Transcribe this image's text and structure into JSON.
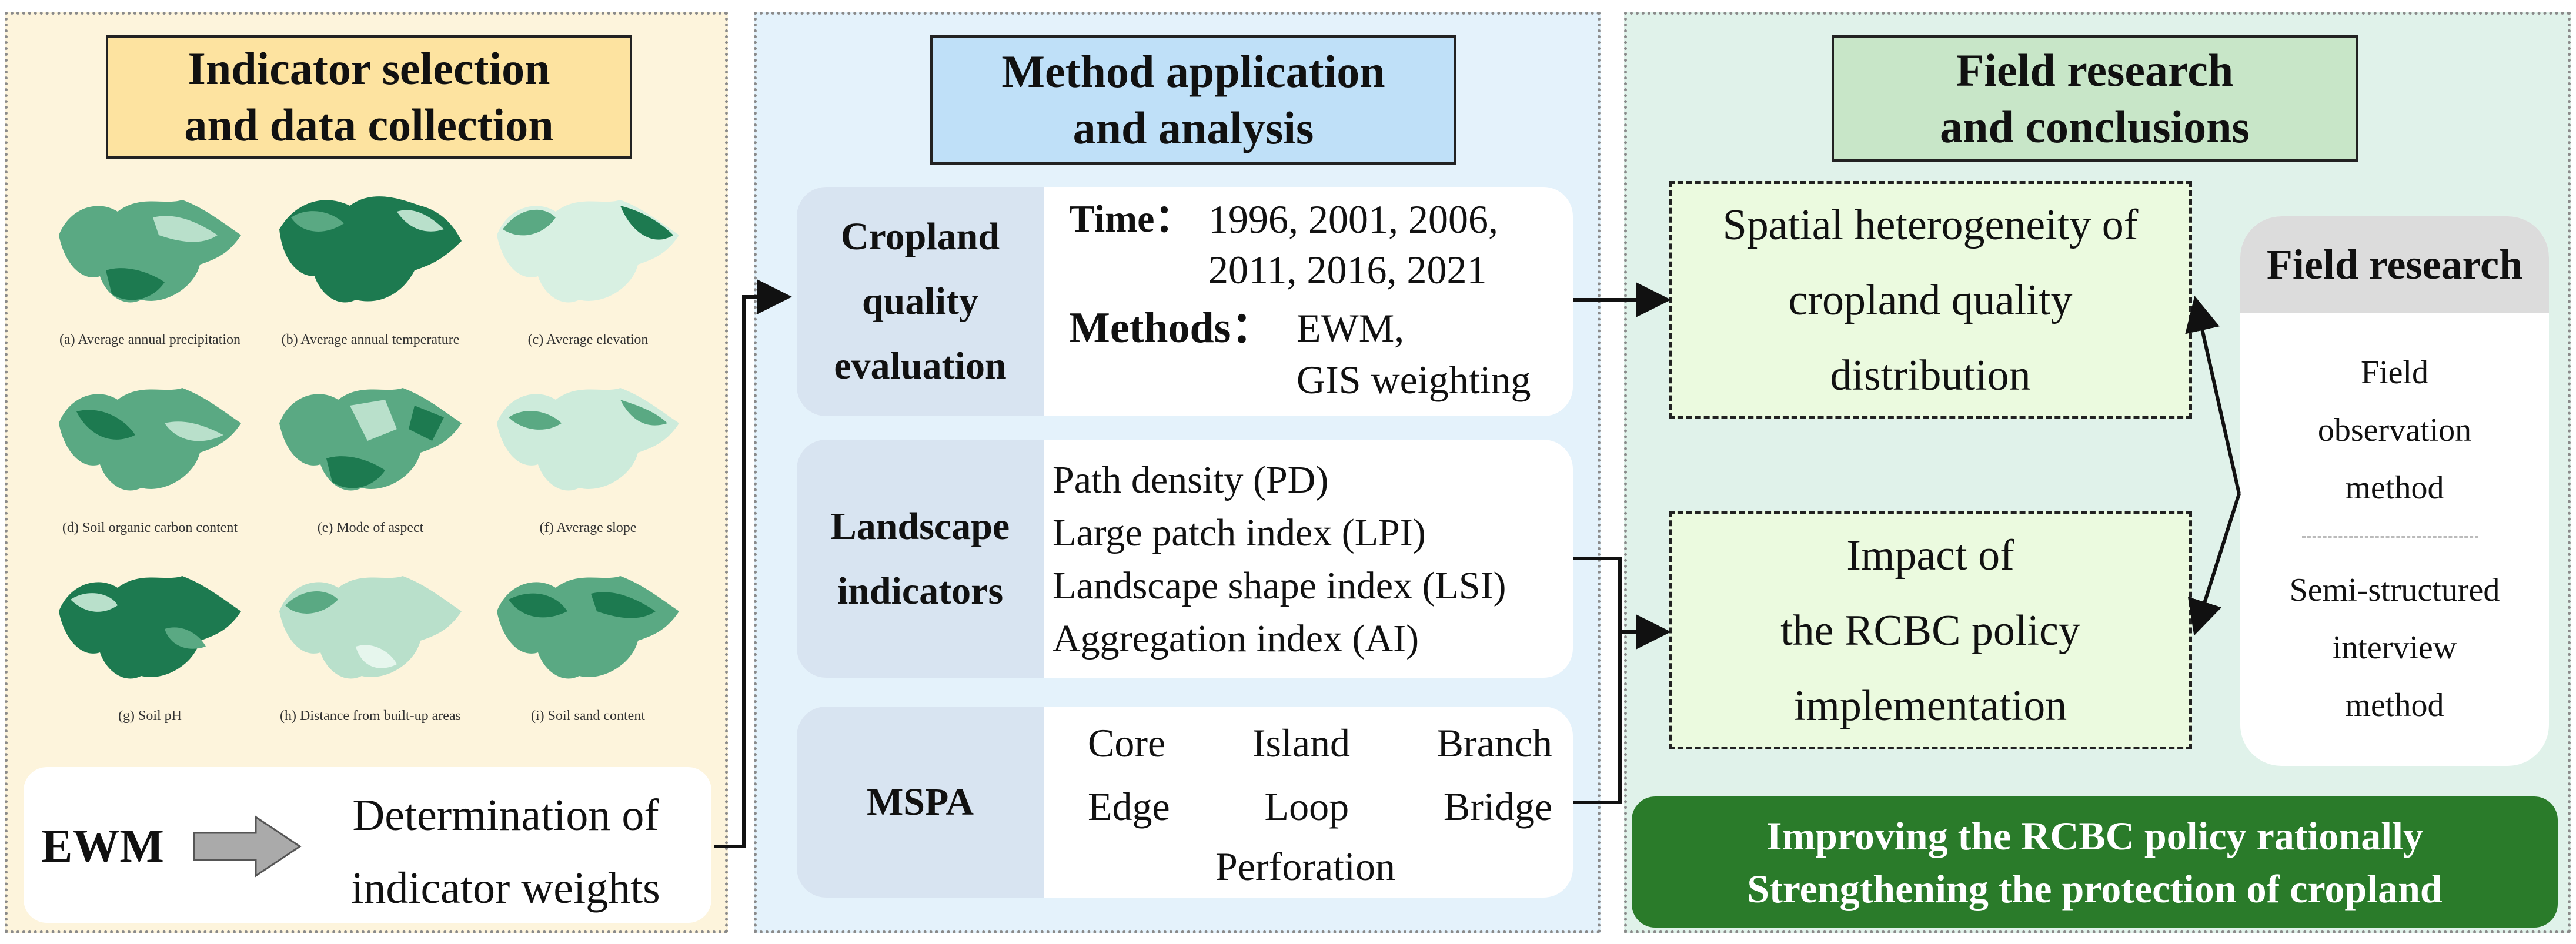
{
  "panel1": {
    "title_lines": [
      "Indicator selection",
      "and data collection"
    ],
    "maps": [
      {
        "caption": "(a) Average annual precipitation"
      },
      {
        "caption": "(b) Average annual temperature"
      },
      {
        "caption": "(c) Average elevation"
      },
      {
        "caption": "(d) Soil organic carbon content"
      },
      {
        "caption": "(e) Mode of aspect"
      },
      {
        "caption": "(f) Average slope"
      },
      {
        "caption": "(g) Soil pH"
      },
      {
        "caption": "(h) Distance from built-up areas"
      },
      {
        "caption": "(i) Soil sand content"
      }
    ],
    "ewm_label": "EWM",
    "weights_lines": [
      "Determination of",
      "indicator weights"
    ]
  },
  "panel2": {
    "title_lines": [
      "Method application",
      "and analysis"
    ],
    "cropland": {
      "label_lines": [
        "Cropland",
        "quality",
        "evaluation"
      ],
      "time_label": "Time：",
      "time_line1": "1996, 2001, 2006,",
      "time_line2": "2011, 2016, 2021",
      "methods_label": "Methods：",
      "methods_line1": "EWM,",
      "methods_line2": "GIS weighting"
    },
    "landscape": {
      "label_lines": [
        "Landscape",
        "indicators"
      ],
      "items": [
        "Path density (PD)",
        "Large patch index (LPI)",
        "Landscape shape index (LSI)",
        "Aggregation index (AI)"
      ]
    },
    "mspa": {
      "label": "MSPA",
      "row1": [
        "Core",
        "Island",
        "Branch"
      ],
      "row2": [
        "Edge",
        "Loop",
        "Bridge"
      ],
      "row3": "Perforation"
    }
  },
  "panel3": {
    "title_lines": [
      "Field research",
      "and conclusions"
    ],
    "box1_lines": [
      "Spatial heterogeneity of",
      "cropland quality",
      "distribution"
    ],
    "box2_lines": [
      "Impact of",
      "the RCBC policy",
      "implementation"
    ],
    "field": {
      "header": "Field research",
      "method1_lines": [
        "Field",
        "observation",
        "method"
      ],
      "method2_lines": [
        "Semi-structured",
        "interview",
        "method"
      ]
    },
    "conclusion_lines": [
      "Improving the RCBC policy rationally",
      "Strengthening the protection of cropland"
    ]
  },
  "colors": {
    "panel1_bg": "#fdf4dc",
    "panel2_bg": "#e4f2fb",
    "panel3_bg": "#e0f2ea",
    "title1_bg": "#fde3a0",
    "title2_bg": "#bfe0f8",
    "title3_bg": "#c8e6c8",
    "conclusion_bg": "#2a7b2a",
    "map_dark": "#1d7a50",
    "map_mid": "#5aa983",
    "map_light": "#b9e0cb"
  }
}
